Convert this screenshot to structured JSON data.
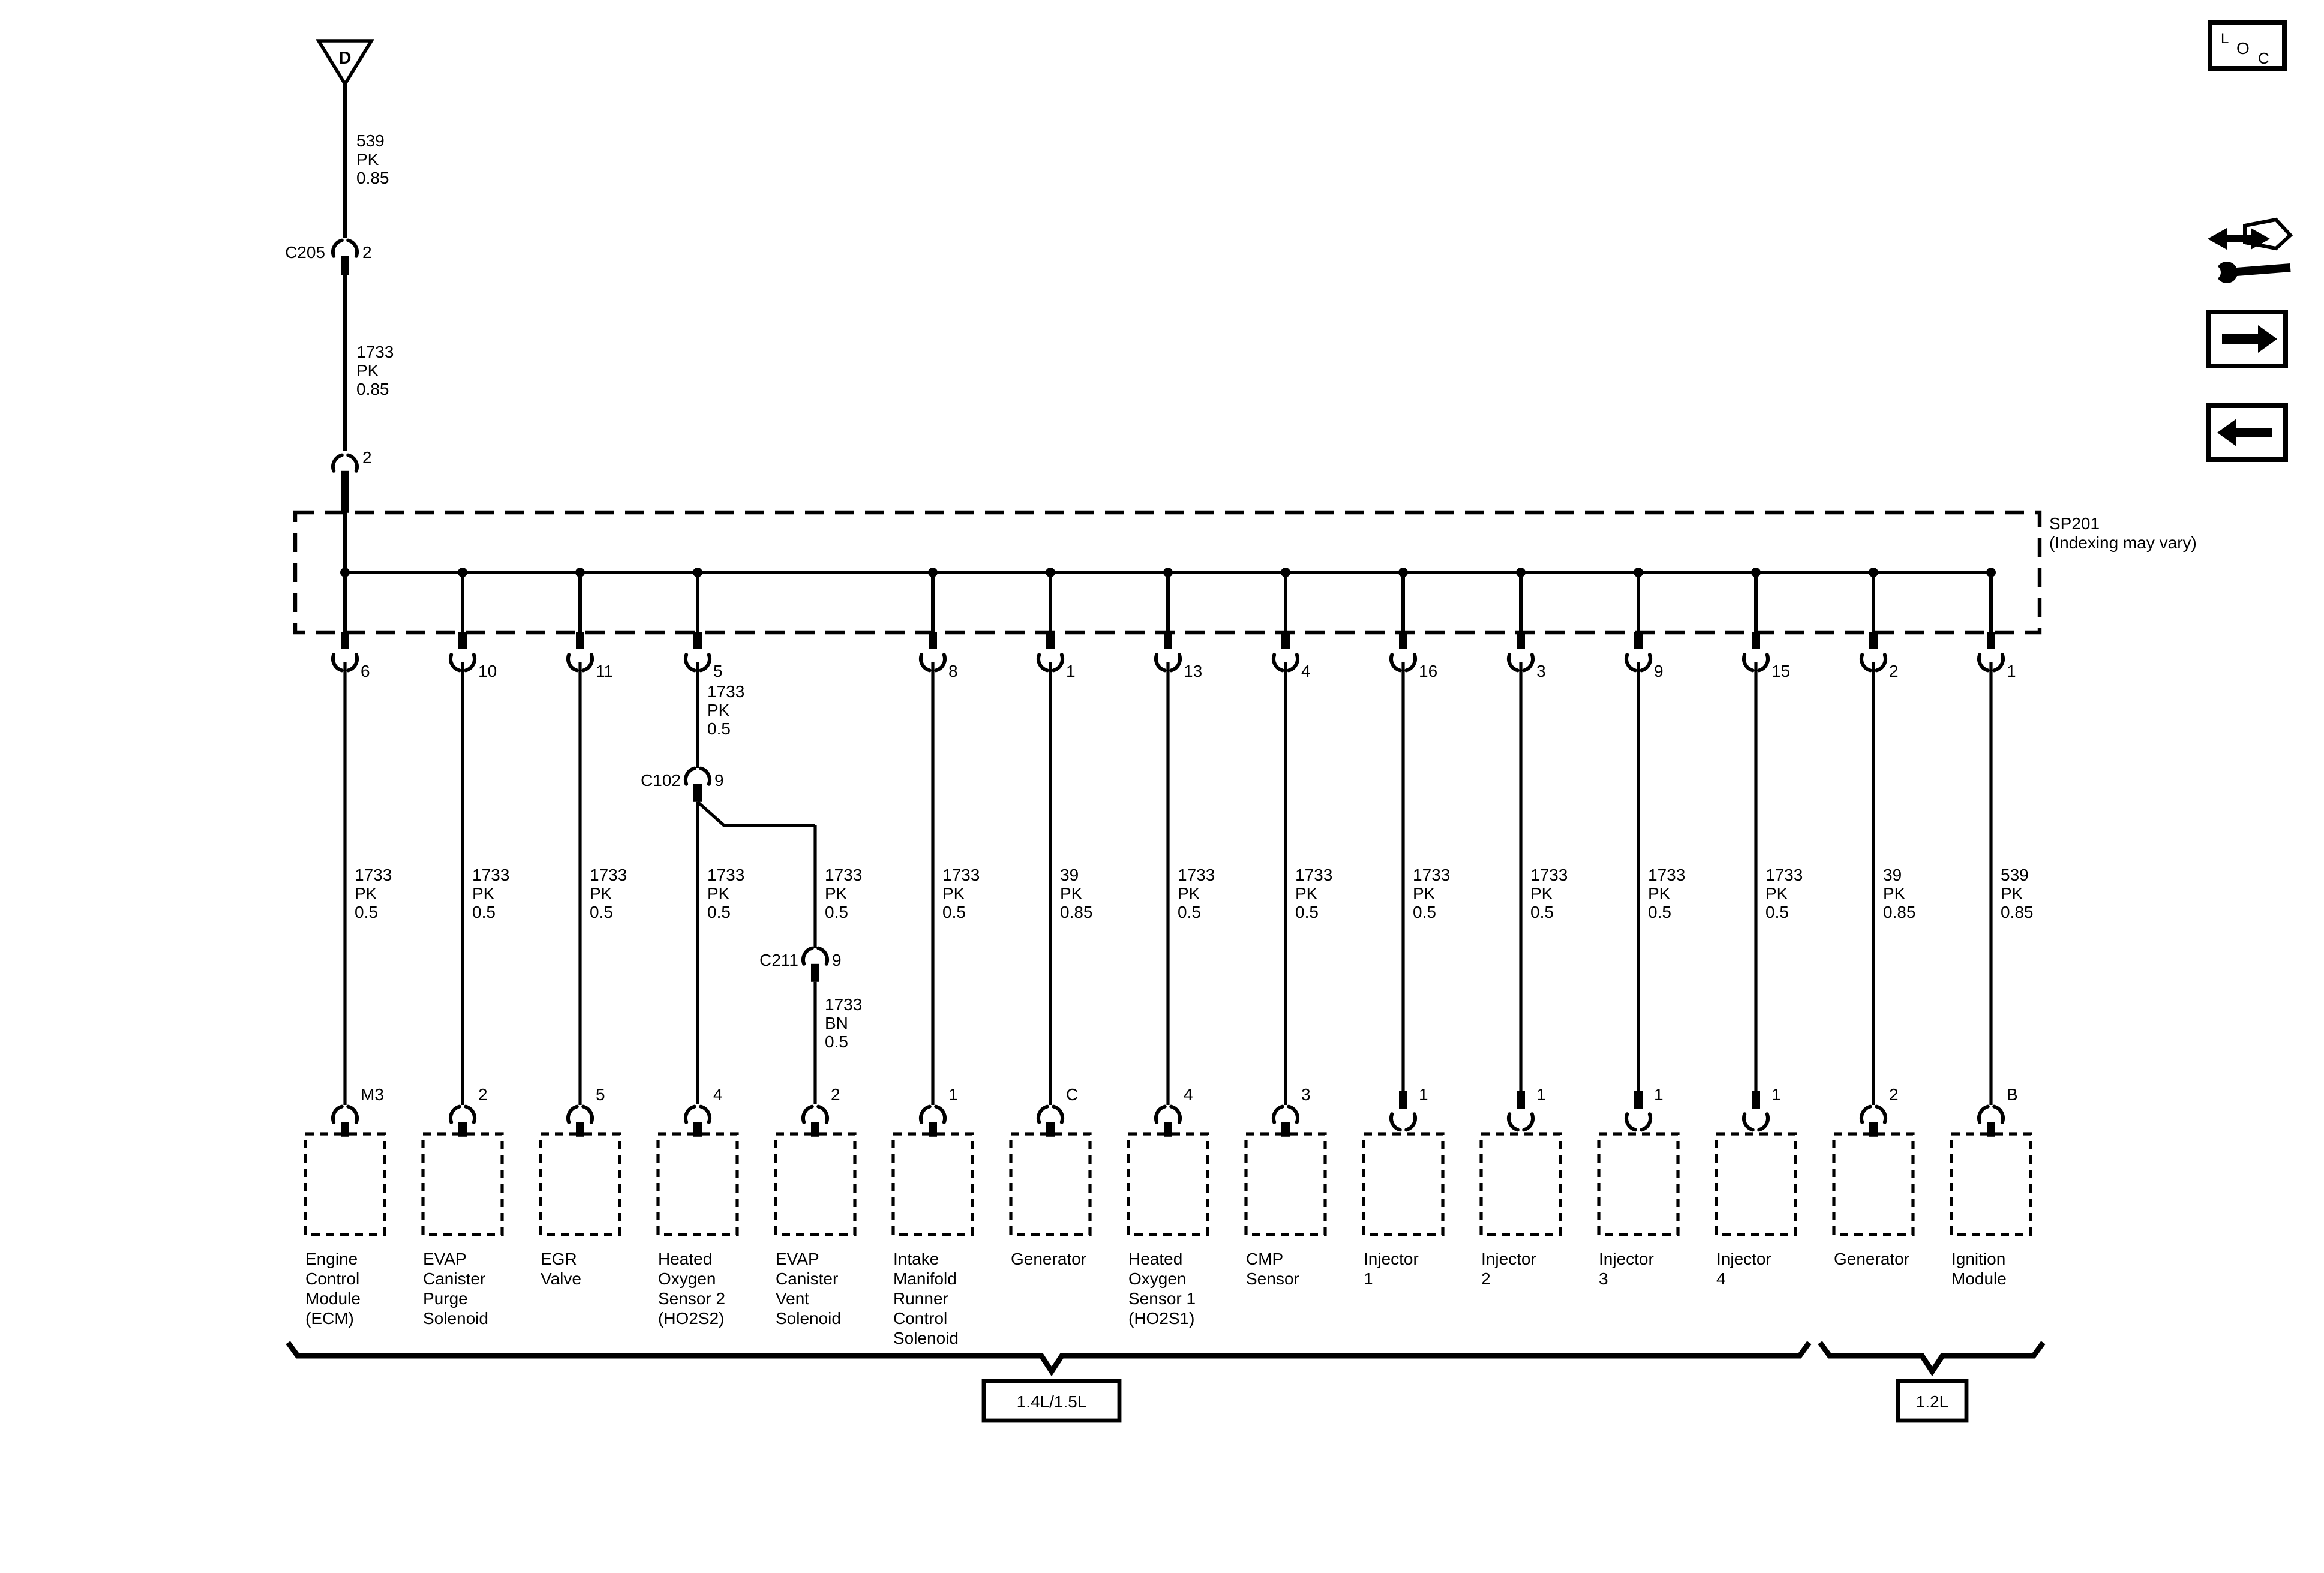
{
  "nav": {
    "loc_letters": [
      "L",
      "O",
      "C"
    ]
  },
  "power_feed": {
    "source_tag": "D",
    "upper_wire": {
      "circuit": "539",
      "color": "PK",
      "gauge": "0.85"
    },
    "connector_id": "C205",
    "connector_pin": "2",
    "lower_wire": {
      "circuit": "1733",
      "color": "PK",
      "gauge": "0.85"
    },
    "splice_pin": "2"
  },
  "splice": {
    "id": "SP201",
    "note": "(Indexing may vary)"
  },
  "inline_connectors": {
    "c102": {
      "id": "C102",
      "pin": "9",
      "wire_above": {
        "circuit": "1733",
        "color": "PK",
        "gauge": "0.5"
      }
    },
    "c211": {
      "id": "C211",
      "pin": "9",
      "wire_below": {
        "circuit": "1733",
        "color": "BN",
        "gauge": "0.5"
      }
    }
  },
  "columns": [
    {
      "bus_pin": "6",
      "wire": {
        "circuit": "1733",
        "color": "PK",
        "gauge": "0.5"
      },
      "device_pin": "M3",
      "device": "Engine Control Module (ECM)",
      "device_lines": [
        "Engine",
        "Control",
        "Module",
        "(ECM)"
      ]
    },
    {
      "bus_pin": "10",
      "wire": {
        "circuit": "1733",
        "color": "PK",
        "gauge": "0.5"
      },
      "device_pin": "2",
      "device": "EVAP Canister Purge Solenoid",
      "device_lines": [
        "EVAP",
        "Canister",
        "Purge",
        "Solenoid"
      ]
    },
    {
      "bus_pin": "11",
      "wire": {
        "circuit": "1733",
        "color": "PK",
        "gauge": "0.5"
      },
      "device_pin": "5",
      "device": "EGR Valve",
      "device_lines": [
        "EGR",
        "Valve"
      ]
    },
    {
      "bus_pin": "5",
      "wire": {
        "circuit": "1733",
        "color": "PK",
        "gauge": "0.5"
      },
      "device_pin": "4",
      "device": "Heated Oxygen Sensor 2 (HO2S2)",
      "device_lines": [
        "Heated",
        "Oxygen",
        "Sensor 2",
        "(HO2S2)"
      ]
    },
    {
      "bus_pin": null,
      "wire": {
        "circuit": "1733",
        "color": "PK",
        "gauge": "0.5"
      },
      "device_pin": "2",
      "device": "EVAP Canister Vent Solenoid",
      "device_lines": [
        "EVAP",
        "Canister",
        "Vent",
        "Solenoid"
      ]
    },
    {
      "bus_pin": "8",
      "wire": {
        "circuit": "1733",
        "color": "PK",
        "gauge": "0.5"
      },
      "device_pin": "1",
      "device": "Intake Manifold Runner Control Solenoid",
      "device_lines": [
        "Intake",
        "Manifold",
        "Runner",
        "Control",
        "Solenoid"
      ]
    },
    {
      "bus_pin": "1",
      "wire": {
        "circuit": "39",
        "color": "PK",
        "gauge": "0.85"
      },
      "device_pin": "C",
      "device": "Generator",
      "device_lines": [
        "Generator"
      ]
    },
    {
      "bus_pin": "13",
      "wire": {
        "circuit": "1733",
        "color": "PK",
        "gauge": "0.5"
      },
      "device_pin": "4",
      "device": "Heated Oxygen Sensor 1 (HO2S1)",
      "device_lines": [
        "Heated",
        "Oxygen",
        "Sensor 1",
        "(HO2S1)"
      ]
    },
    {
      "bus_pin": "4",
      "wire": {
        "circuit": "1733",
        "color": "PK",
        "gauge": "0.5"
      },
      "device_pin": "3",
      "device": "CMP Sensor",
      "device_lines": [
        "CMP",
        "Sensor"
      ]
    },
    {
      "bus_pin": "16",
      "wire": {
        "circuit": "1733",
        "color": "PK",
        "gauge": "0.5"
      },
      "device_pin": "1",
      "device": "Injector 1",
      "device_lines": [
        "Injector",
        "1"
      ]
    },
    {
      "bus_pin": "3",
      "wire": {
        "circuit": "1733",
        "color": "PK",
        "gauge": "0.5"
      },
      "device_pin": "1",
      "device": "Injector 2",
      "device_lines": [
        "Injector",
        "2"
      ]
    },
    {
      "bus_pin": "9",
      "wire": {
        "circuit": "1733",
        "color": "PK",
        "gauge": "0.5"
      },
      "device_pin": "1",
      "device": "Injector 3",
      "device_lines": [
        "Injector",
        "3"
      ]
    },
    {
      "bus_pin": "15",
      "wire": {
        "circuit": "1733",
        "color": "PK",
        "gauge": "0.5"
      },
      "device_pin": "1",
      "device": "Injector 4",
      "device_lines": [
        "Injector",
        "4"
      ]
    },
    {
      "bus_pin": "2",
      "wire": {
        "circuit": "39",
        "color": "PK",
        "gauge": "0.85"
      },
      "device_pin": "2",
      "device": "Generator",
      "device_lines": [
        "Generator"
      ]
    },
    {
      "bus_pin": "1",
      "wire": {
        "circuit": "539",
        "color": "PK",
        "gauge": "0.85"
      },
      "device_pin": "B",
      "device": "Ignition Module",
      "device_lines": [
        "Ignition",
        "Module"
      ]
    }
  ],
  "engine_groups": [
    {
      "label": "1.4L/1.5L"
    },
    {
      "label": "1.2L"
    }
  ]
}
